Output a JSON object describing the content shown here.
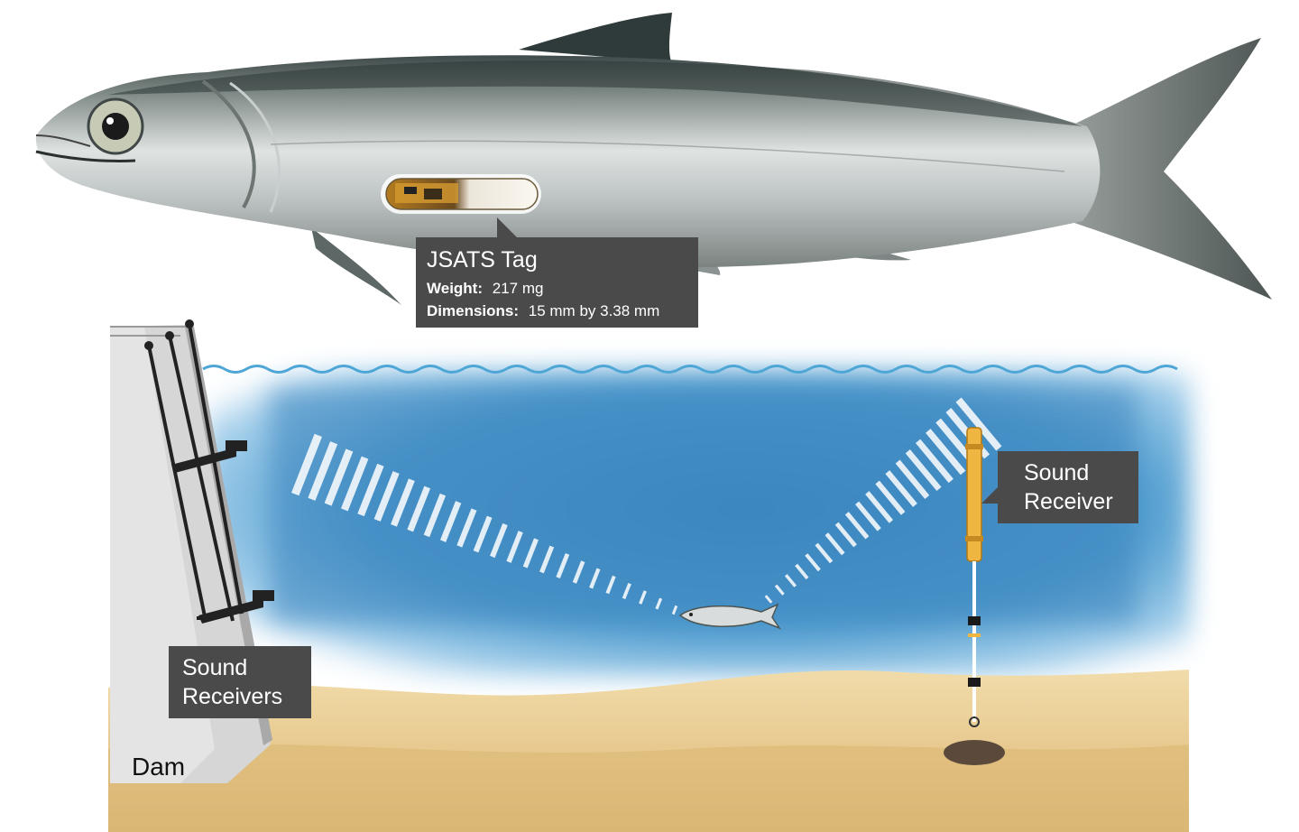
{
  "tag_callout": {
    "title": "JSATS Tag",
    "weight_label": "Weight",
    "weight_value": "217 mg",
    "dimensions_label": "Dimensions",
    "dimensions_value": "15 mm by 3.38 mm"
  },
  "receiver_callout": {
    "line1": "Sound",
    "line2": "Receiver"
  },
  "dam_receivers_callout": {
    "line1": "Sound",
    "line2": "Receivers"
  },
  "dam_label": "Dam",
  "colors": {
    "water": "#3f8fc6",
    "surface_line": "#4ea6d6",
    "sand": "#e7c98f",
    "callout_bg": "#4a4a4a",
    "receiver_pole": "#f1b542",
    "dam": "#d4d4d4"
  },
  "icons": [
    "salmon-fish-icon",
    "acoustic-tag-icon",
    "sound-wave-icon",
    "buoy-receiver-icon",
    "dam-icon"
  ]
}
